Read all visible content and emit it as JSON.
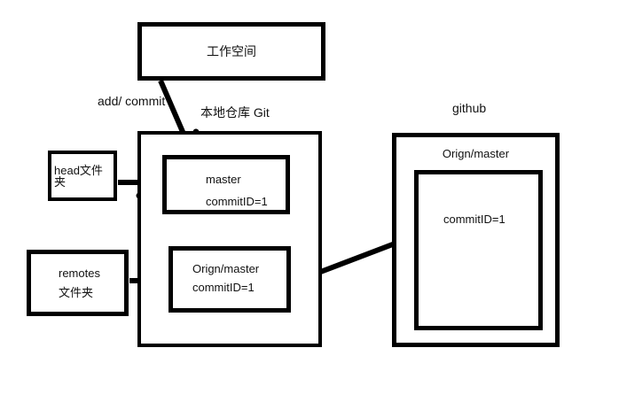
{
  "diagram": {
    "workspace": {
      "label": "工作空间"
    },
    "labels": {
      "add_commit": "add/ commit",
      "local_repo": "本地仓库 Git",
      "github": "github"
    },
    "head_folder": {
      "label": "head文件夹"
    },
    "remotes_folder": {
      "line1": "remotes",
      "line2": "文件夹"
    },
    "master_box": {
      "name": "master",
      "commit": "commitID=1"
    },
    "local_origin_box": {
      "name": "Orign/master",
      "commit": "commitID=1"
    },
    "github_box": {
      "title": "Orign/master",
      "inner_commit": "commitID=1"
    },
    "colors": {
      "stroke": "#000000",
      "background": "#ffffff"
    },
    "arrows": [
      {
        "name": "workspace-to-master",
        "from": "工作空间",
        "to": "master"
      },
      {
        "name": "head-to-master",
        "from": "head文件夹",
        "to": "master"
      },
      {
        "name": "remotes-to-origin",
        "from": "remotes 文件夹",
        "to": "Orign/master"
      },
      {
        "name": "local-origin-to-github",
        "from": "Orign/master",
        "to": "commitID=1"
      }
    ]
  }
}
